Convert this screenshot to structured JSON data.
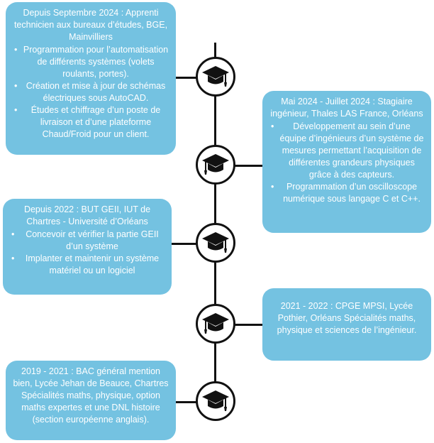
{
  "icons": {
    "node": "graduation-cap-icon"
  },
  "colors": {
    "card": "#74c2e1",
    "line": "#111111",
    "text": "#ffffff"
  },
  "entries": [
    {
      "heading": "Depuis Septembre 2024 : Apprenti technicien aux bureaux d’études, BGE, Mainvilliers",
      "bullets": [
        "Programmation pour l’automatisation de différents systèmes (volets roulants, portes).",
        "Création et mise à jour de schémas électriques sous AutoCAD.",
        "Études et chiffrage d’un poste de livraison et d’une plateforme Chaud/Froid pour un client."
      ]
    },
    {
      "heading": "Mai 2024 - Juillet 2024 : Stagiaire ingénieur, Thales LAS France, Orléans",
      "bullets": [
        "Développement au sein d’une équipe d’ingénieurs d’un système de mesures permettant l’acquisition de différentes grandeurs physiques grâce à des capteurs.",
        "Programmation d’un oscilloscope numérique sous langage C et C++."
      ]
    },
    {
      "heading": "Depuis 2022 : BUT GEII, IUT de Chartres - Université d’Orléans",
      "bullets": [
        "Concevoir et vérifier la partie GEII d’un système",
        "Implanter et maintenir un système matériel ou un logiciel"
      ]
    },
    {
      "heading": "2021 - 2022 : CPGE MPSI, Lycée Pothier, Orléans Spécialités maths, physique et sciences de l’ingénieur.",
      "bullets": []
    },
    {
      "heading": "2019 - 2021 : BAC général mention bien, Lycée Jehan de Beauce, Chartres Spécialités maths, physique, option maths expertes et une DNL histoire (section européenne anglais).",
      "bullets": []
    }
  ]
}
